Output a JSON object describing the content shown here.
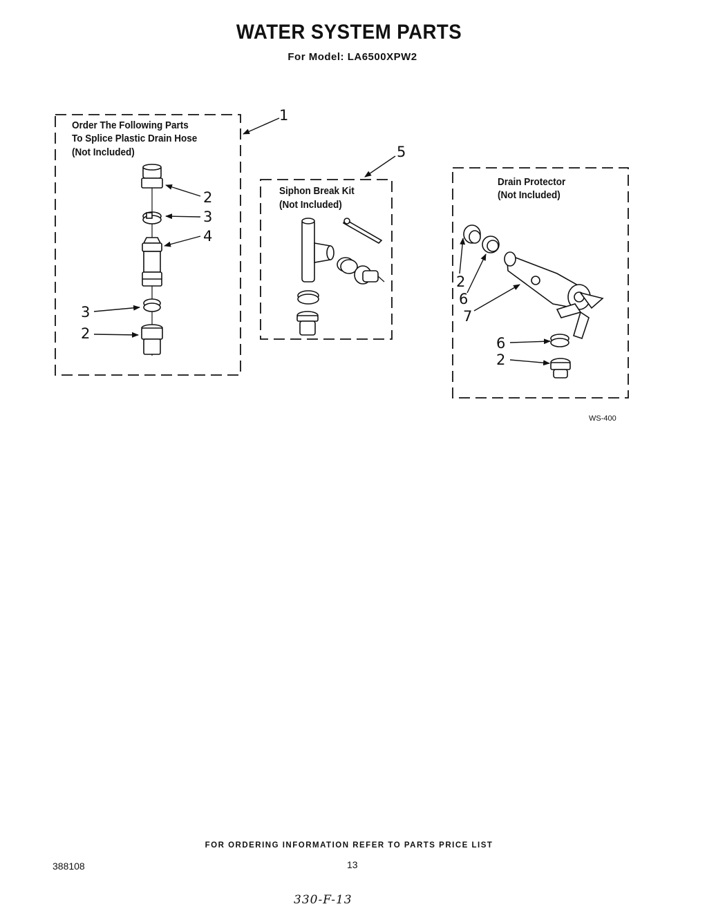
{
  "header": {
    "title": "WATER SYSTEM PARTS",
    "subtitle": "For Model: LA6500XPW2"
  },
  "box_splice": {
    "line1": "Order The Following Parts",
    "line2": "To Splice Plastic Drain Hose",
    "line3": "(Not Included)",
    "callout_ref": "1",
    "part_callouts": [
      "2",
      "3",
      "4",
      "3",
      "2"
    ]
  },
  "box_siphon": {
    "line1": "Siphon Break Kit",
    "line2": "(Not Included)",
    "callout_ref": "5"
  },
  "box_drain": {
    "line1": "Drain Protector",
    "line2": "(Not Included)",
    "part_callouts": [
      "2",
      "6",
      "7",
      "6",
      "2"
    ]
  },
  "figure_code": "WS-400",
  "footer": {
    "ordering_note": "FOR ORDERING INFORMATION REFER TO PARTS PRICE LIST",
    "doc_number": "388108",
    "page_number": "13",
    "handwritten_note": "330-F-13"
  }
}
